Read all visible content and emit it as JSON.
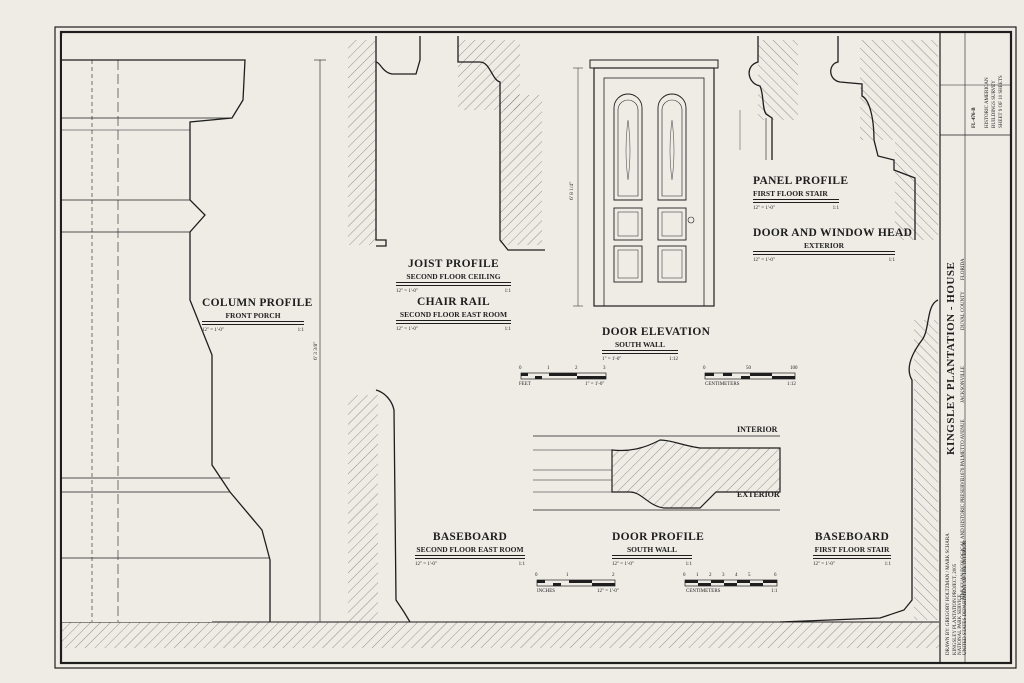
{
  "sheet": {
    "project_title": "KINGSLEY PLANTATION - HOUSE",
    "location_line": "TIMUCUAN ECOLOGICAL AND HISTORIC PRESERVE",
    "address": "11676 PALMETTO AVENUE",
    "city": "JACKSONVILLE",
    "county": "DUVAL COUNTY",
    "state": "FLORIDA",
    "survey_code": "FL-476-B",
    "hab_line1": "HISTORIC AMERICAN",
    "hab_line2": "BUILDINGS SURVEY",
    "sheet_of": "SHEET 9 OF 10 SHEETS",
    "drawn_by": "DRAWN BY: GREGORY HOLTZMAN / MARK SCHARA",
    "project_line": "KINGSLEY PLANTATION PROJECT, 2005",
    "agency_line1": "NATIONAL PARK SERVICE",
    "agency_line2": "UNITED STATES DEPARTMENT OF THE INTERIOR"
  },
  "labels": {
    "column": {
      "title": "COLUMN PROFILE",
      "subtitle": "FRONT PORCH",
      "scale_left": "12\" = 1'-0\"",
      "scale_right": "1:1"
    },
    "joist": {
      "title": "JOIST PROFILE",
      "subtitle": "SECOND FLOOR CEILING",
      "scale_left": "12\" = 1'-0\"",
      "scale_right": "1:1"
    },
    "chair": {
      "title": "CHAIR RAIL",
      "subtitle": "SECOND FLOOR EAST ROOM",
      "scale_left": "12\" = 1'-0\"",
      "scale_right": "1:1"
    },
    "door_elev": {
      "title": "DOOR ELEVATION",
      "subtitle": "SOUTH WALL",
      "scale_left": "1\" = 1'-0\"",
      "scale_right": "1:12"
    },
    "panel": {
      "title": "PANEL PROFILE",
      "subtitle": "FIRST FLOOR STAIR",
      "scale_left": "12\" = 1'-0\"",
      "scale_right": "1:1"
    },
    "head": {
      "title": "DOOR AND WINDOW HEAD",
      "subtitle": "EXTERIOR",
      "scale_left": "12\" = 1'-0\"",
      "scale_right": "1:1"
    },
    "base2": {
      "title": "BASEBOARD",
      "subtitle": "SECOND FLOOR EAST ROOM",
      "scale_left": "12\" = 1'-0\"",
      "scale_right": "1:1"
    },
    "door_prof": {
      "title": "DOOR PROFILE",
      "subtitle": "SOUTH WALL",
      "scale_left": "12\" = 1'-0\"",
      "scale_right": "1:1"
    },
    "base1": {
      "title": "BASEBOARD",
      "subtitle": "FIRST FLOOR STAIR",
      "scale_left": "12\" = 1'-0\"",
      "scale_right": "1:1"
    },
    "interior": "INTERIOR",
    "exterior": "EXTERIOR"
  },
  "dimensions": {
    "column_height": "6' 3 3/8\"",
    "door_height": "6' 8 1/4\""
  },
  "scale_bars": {
    "feet_bar": {
      "unit": "FEET",
      "ticks": [
        "0",
        "1",
        "2",
        "3"
      ],
      "note": "1\" = 1'-0\""
    },
    "cm_bar": {
      "unit": "CENTIMETERS",
      "ticks": [
        "0",
        "50",
        "100"
      ],
      "note": "1:12"
    },
    "inch_bar": {
      "unit": "INCHES",
      "ticks": [
        "0",
        "1",
        "2"
      ],
      "note": "12\" = 1'-0\""
    },
    "cm_small_bar": {
      "unit": "CENTIMETERS",
      "ticks": [
        "0",
        "1",
        "2",
        "3",
        "4",
        "5",
        "6"
      ],
      "note": "1:1"
    }
  }
}
